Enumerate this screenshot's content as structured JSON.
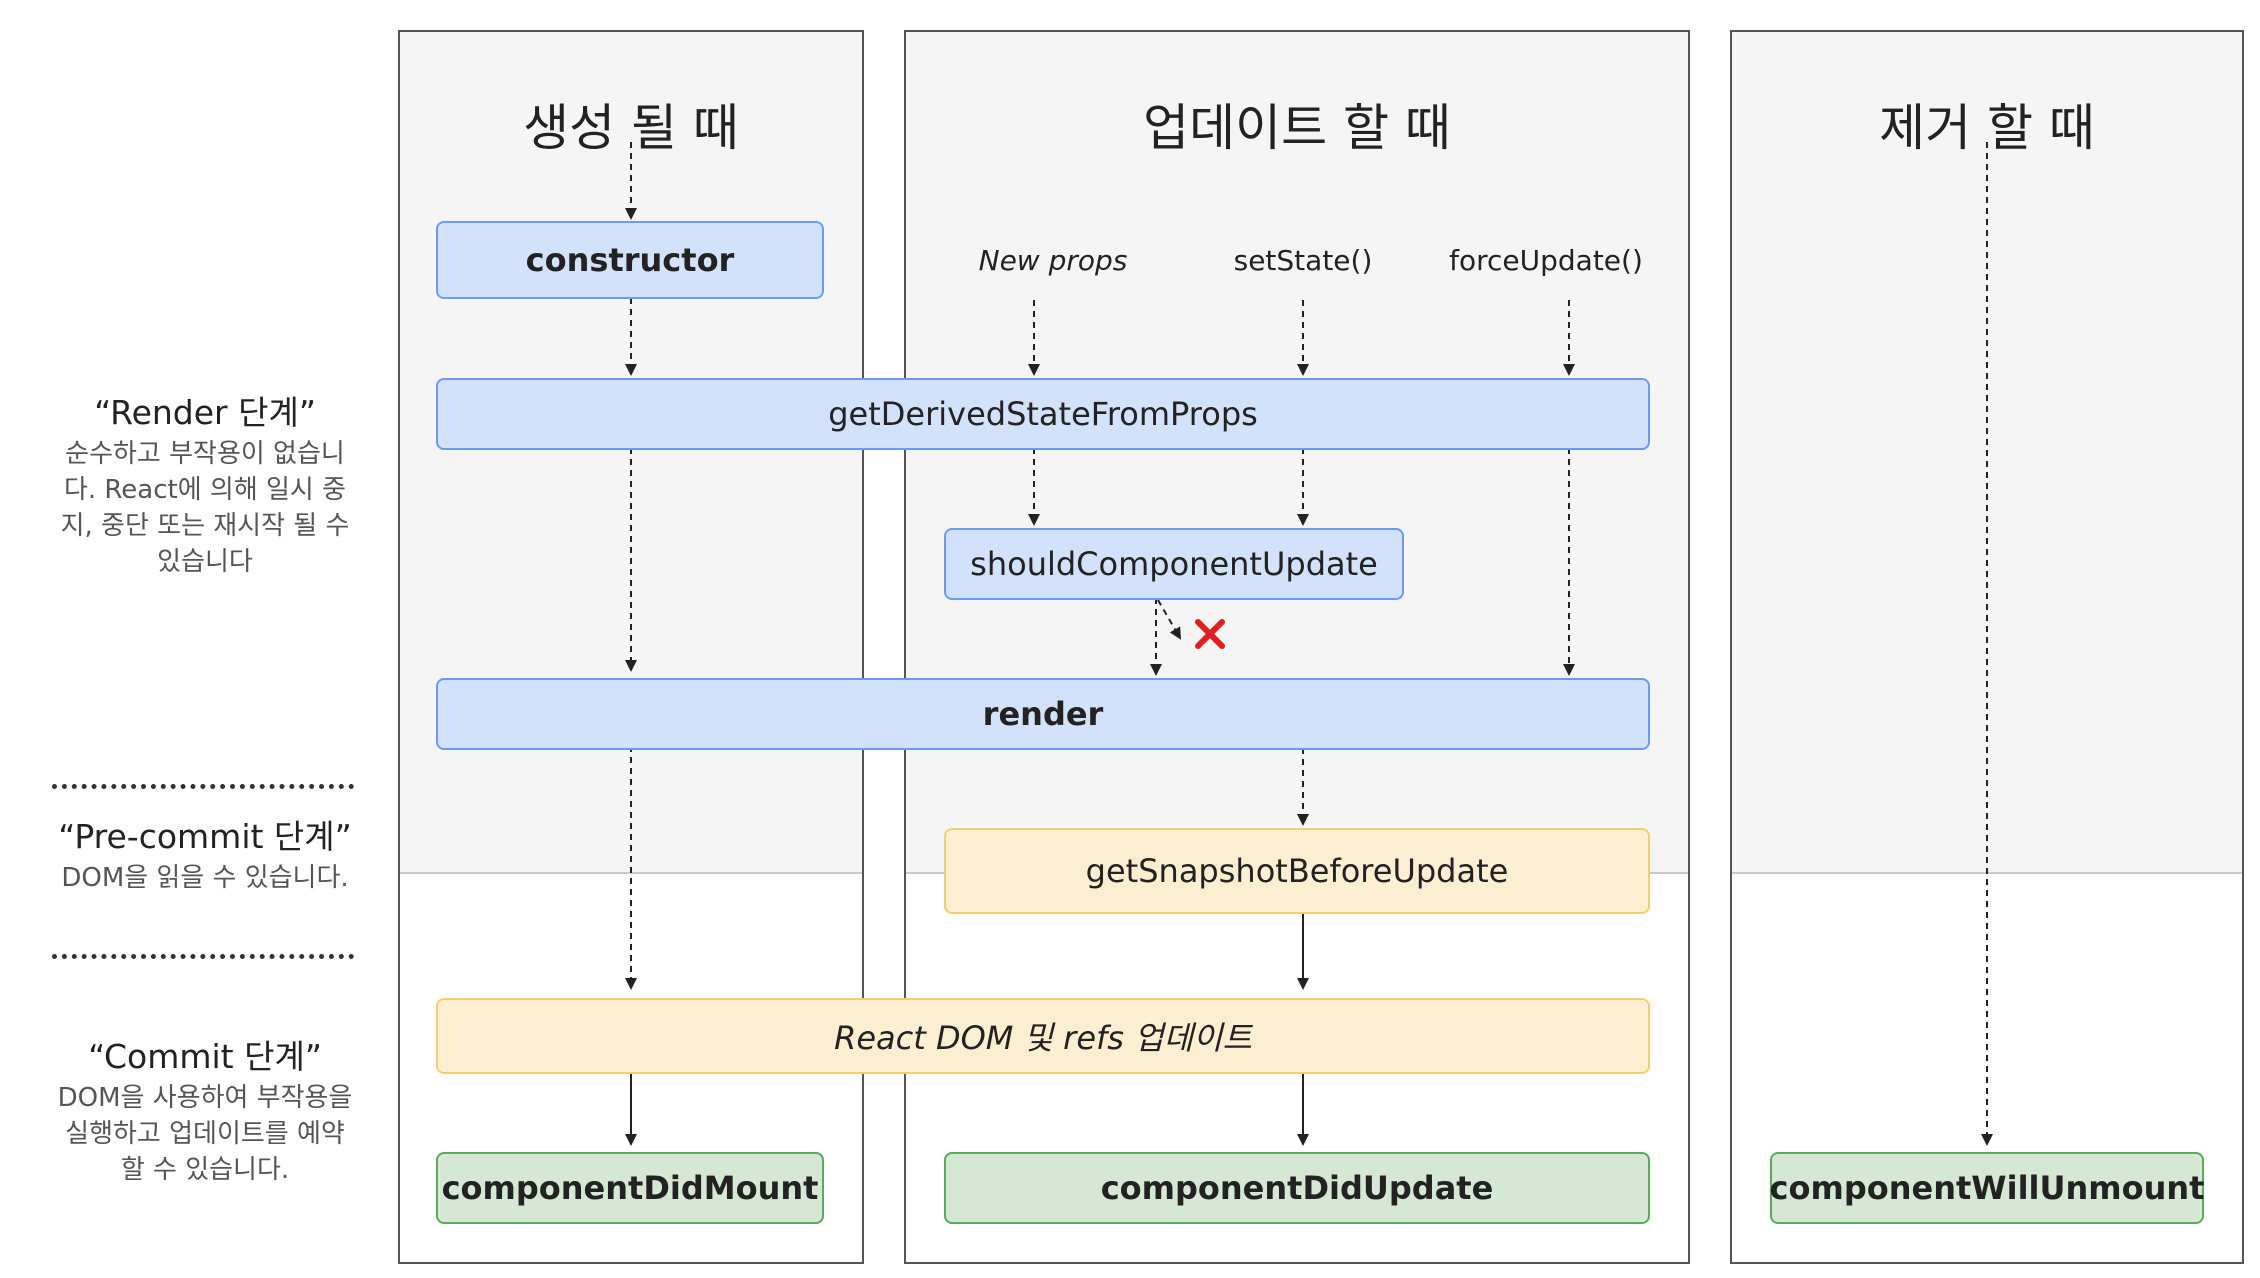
{
  "columns": {
    "mount": {
      "title": "생성 될 때"
    },
    "update": {
      "title": "업데이트 할 때"
    },
    "unmount": {
      "title": "제거 할 때"
    }
  },
  "phases": {
    "render": {
      "title": "“Render 단계”",
      "desc": "순수하고 부작용이 없습니다. React에 의해 일시 중지, 중단 또는 재시작 될 수 있습니다"
    },
    "precommit": {
      "title": "“Pre-commit 단계”",
      "desc": "DOM을 읽을 수 있습니다."
    },
    "commit": {
      "title": "“Commit 단계”",
      "desc": "DOM을 사용하여 부작용을 실행하고 업데이트를 예약 할 수 있습니다."
    }
  },
  "triggers": {
    "new_props": "New props",
    "set_state": "setState()",
    "force_update": "forceUpdate()"
  },
  "methods": {
    "constructor": "constructor",
    "get_derived_state": "getDerivedStateFromProps",
    "should_update": "shouldComponentUpdate",
    "render": "render",
    "get_snapshot": "getSnapshotBeforeUpdate",
    "dom_update": "React DOM 및 refs 업데이트",
    "did_mount": "componentDidMount",
    "did_update": "componentDidUpdate",
    "will_unmount": "componentWillUnmount"
  },
  "colors": {
    "render_box": "#d2e2fb",
    "commit_box": "#fcefd1",
    "lifecycle_box": "#d4e8d3",
    "cancel_mark": "#e02020"
  }
}
